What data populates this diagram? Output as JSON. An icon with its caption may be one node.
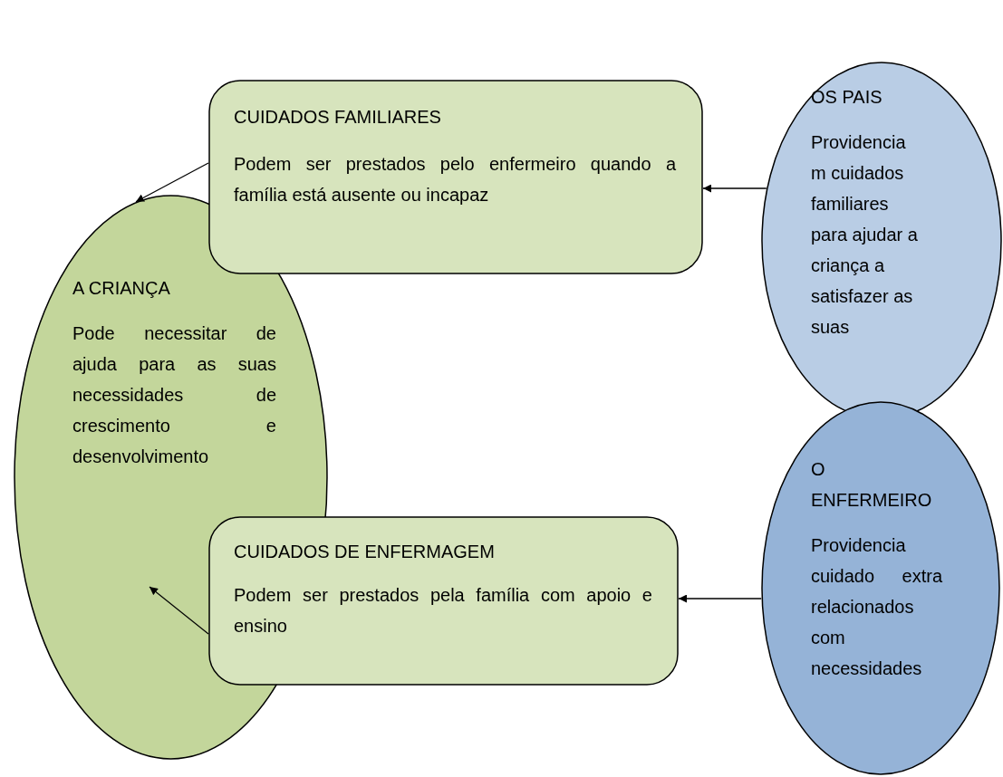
{
  "diagram": {
    "nodes": [
      {
        "text": [
          "CUIDADOS FAMILIARES",
          "Podem ser prestados pelo enfermeiro quando a família está ausente ou incapaz"
        ]
      },
      {
        "text": [
          "OS PAIS",
          "Providencia m cuidados familiares para ajudar a criança a satisfazer as suas"
        ]
      },
      {
        "text": [
          "A CRIANÇA",
          "Pode necessitar de ajuda para as suas necessidades de crescimento e desenvolvimento"
        ]
      },
      {
        "text": [
          "O ENFERMEIRO",
          "Providencia cuidado extra relacionados com necessidades"
        ]
      },
      {
        "text": [
          "CUIDADOS DE ENFERMAGEM",
          "Podem ser prestados pela família com apoio e ensino"
        ]
      }
    ],
    "edges": [
      {
        "from": 1,
        "to": 0,
        "arrow": "to"
      },
      {
        "from": 0,
        "to": 2,
        "arrow": "to"
      },
      {
        "from": 3,
        "to": 4,
        "arrow": "to"
      },
      {
        "from": 4,
        "to": 2,
        "arrow": "to"
      }
    ]
  }
}
